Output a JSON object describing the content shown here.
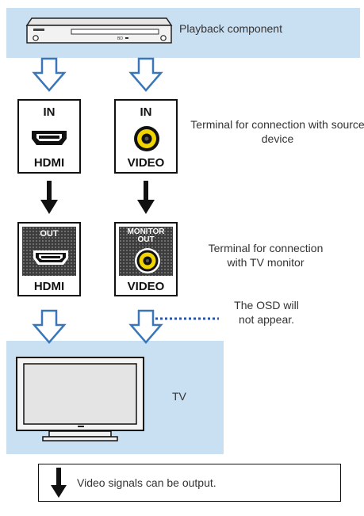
{
  "labels": {
    "playback": "Playback component",
    "source_terminal": "Terminal for connection with source device",
    "monitor_terminal": "Terminal for connection with TV monitor",
    "osd_note": "The OSD will not appear.",
    "tv": "TV"
  },
  "terminals": {
    "in_hdmi": {
      "top": "IN",
      "bottom": "HDMI"
    },
    "in_video": {
      "top": "IN",
      "bottom": "VIDEO"
    },
    "out_hdmi": {
      "top": "OUT",
      "bottom": "HDMI"
    },
    "out_video": {
      "top_line1": "MONITOR",
      "top_line2": "OUT",
      "bottom": "VIDEO"
    }
  },
  "legend": {
    "text": "Video signals can be output."
  },
  "colors": {
    "band": "#c9dff2",
    "arrow_blue": "#3a76b8",
    "jack_yellow": "#f2d500",
    "dotted": "#2a55a5"
  }
}
